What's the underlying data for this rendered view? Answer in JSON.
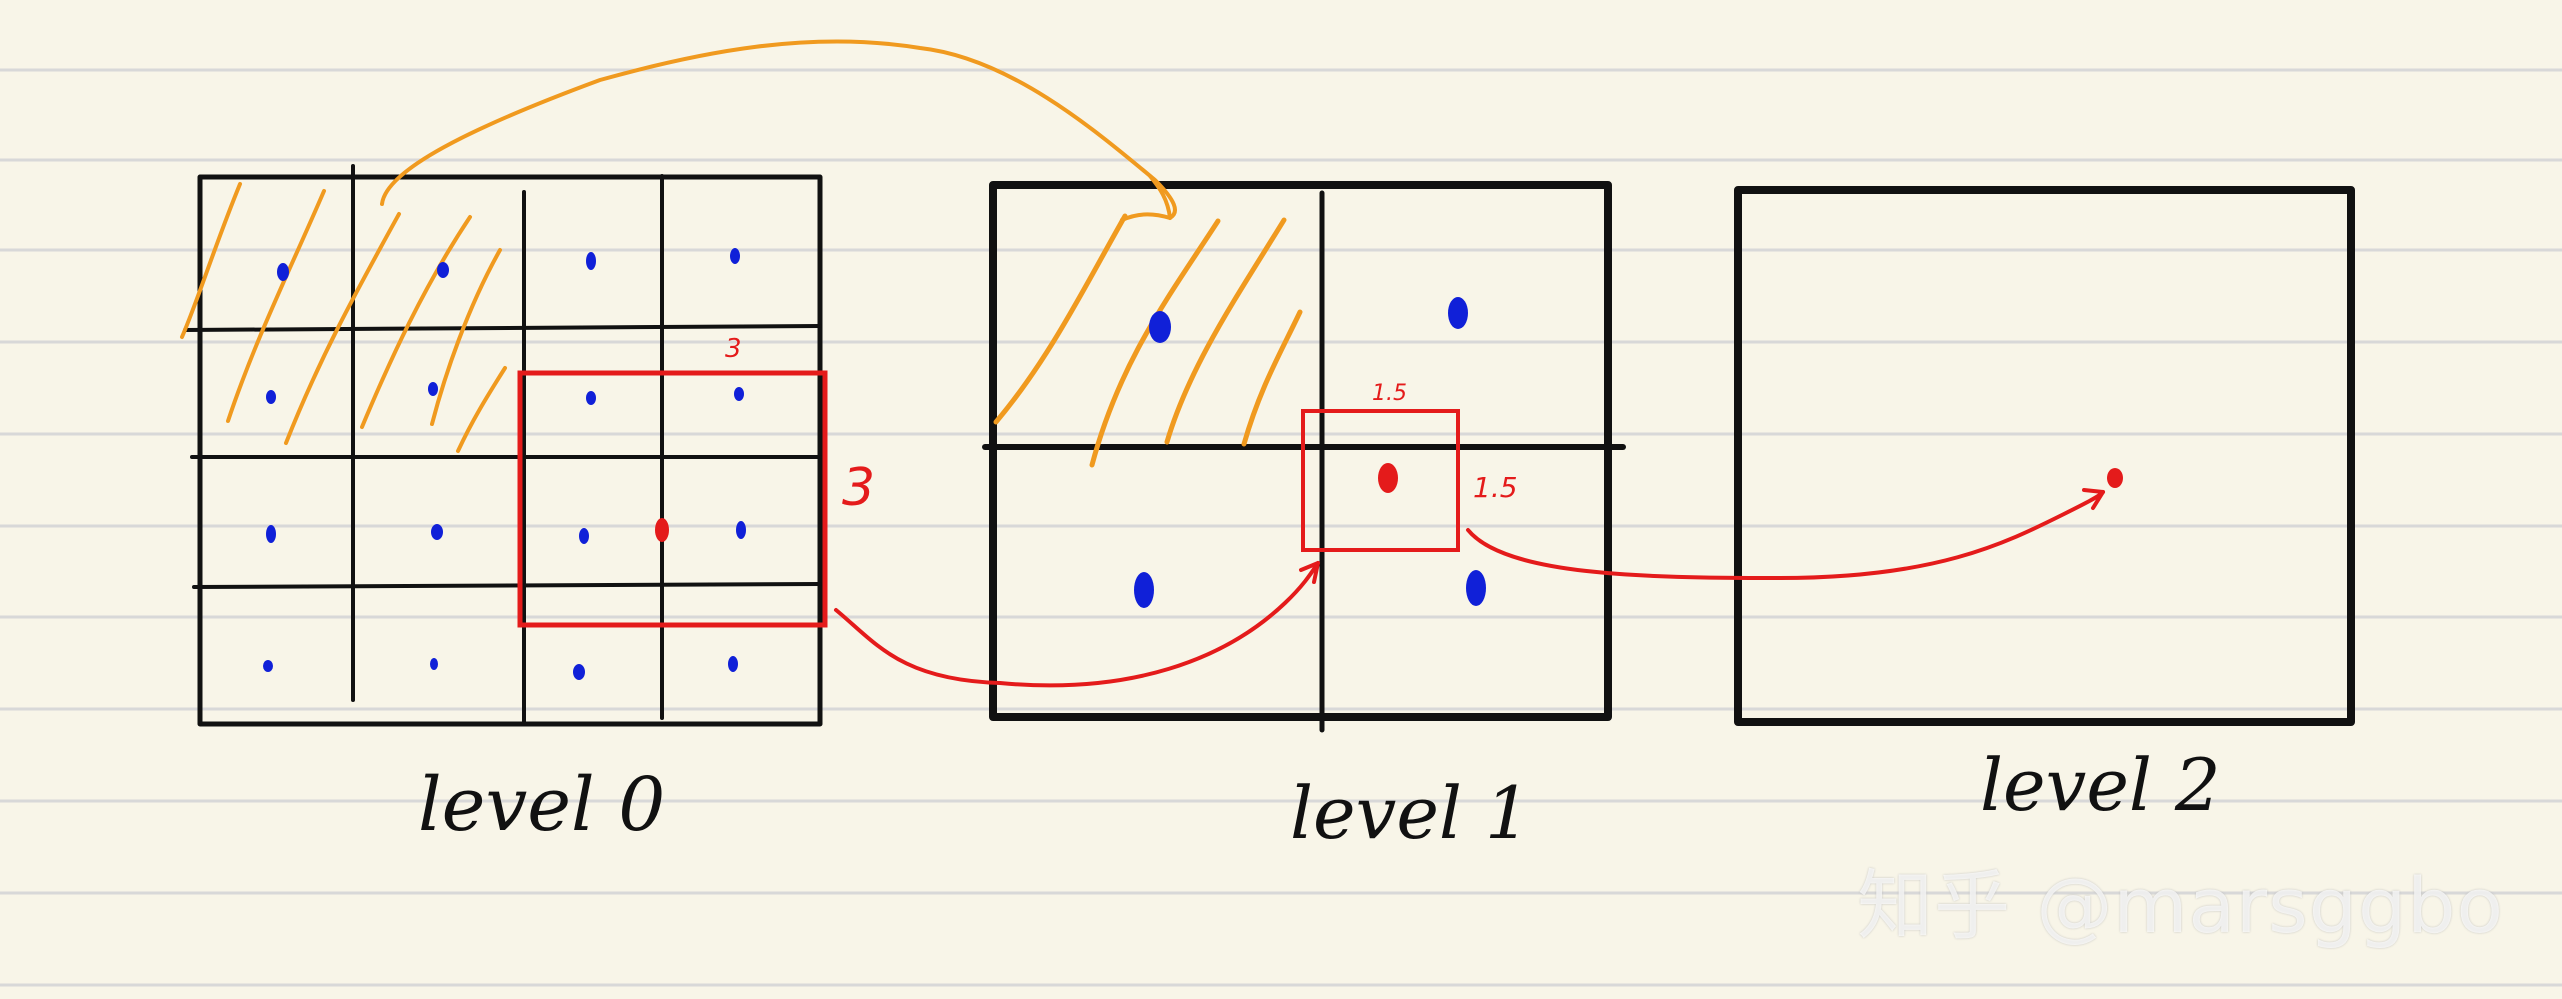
{
  "levels": [
    {
      "label": "level 0"
    },
    {
      "label": "level 1"
    },
    {
      "label": "level 2"
    }
  ],
  "annotations": {
    "level0_box_width": "3",
    "level0_box_height": "3",
    "level1_box_width": "1.5",
    "level1_box_height": "1.5"
  },
  "colors": {
    "background": "#f8f5e8",
    "ruled_lines": "#d8d8d8",
    "grid": "#111111",
    "blue_points": "#1020d8",
    "red": "#e41b1b",
    "orange": "#f09a1f"
  },
  "watermark": {
    "text": "知乎 @marsggbo"
  }
}
